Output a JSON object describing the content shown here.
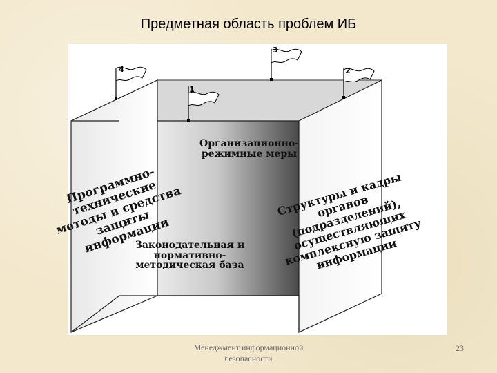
{
  "slide": {
    "title": "Предметная область проблем ИБ",
    "footer": "Менеджмент информационной безопасности",
    "page_number": "23"
  },
  "diagram": {
    "faces": {
      "top_center": "Организационно-режимные меры",
      "bottom_center": "Законодательная и нормативно-методическая база",
      "left": "Программно-технические методы и средства защиты информации",
      "right": "Структуры и кадры органов (подразделений), осуществляющих комплексную защиту информации"
    },
    "flags": [
      "1",
      "2",
      "3",
      "4"
    ]
  }
}
